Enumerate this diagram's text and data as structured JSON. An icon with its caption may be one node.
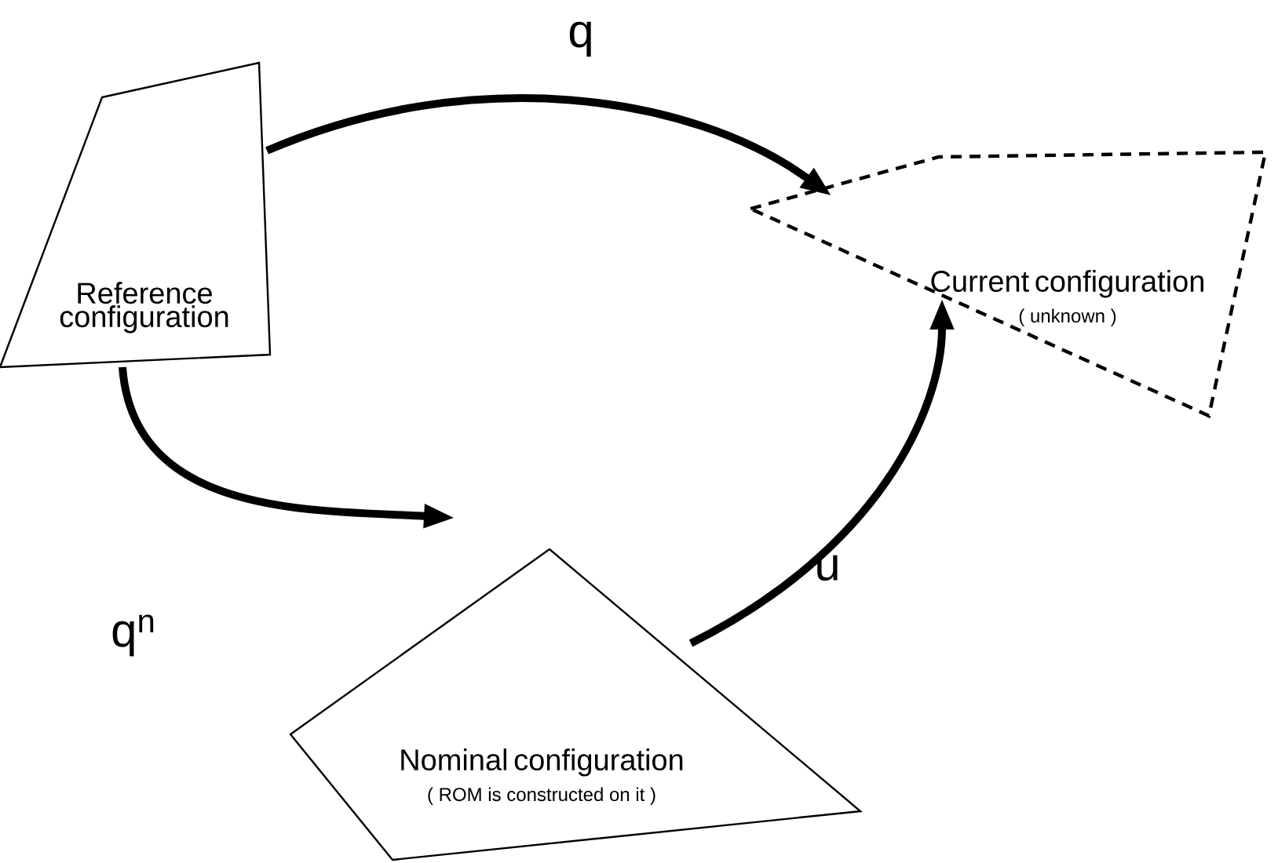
{
  "diagram": {
    "nodes": [
      {
        "text": [
          "Reference configuration"
        ]
      },
      {
        "text": [
          "Current configuration",
          "( unknown )"
        ]
      },
      {
        "text": [
          "Nominal configuration",
          "( ROM is constructed on it )"
        ]
      }
    ],
    "edges": [
      {
        "from": 0,
        "to": 1,
        "arrow": "to",
        "label": "q"
      },
      {
        "from": 0,
        "to": 2,
        "arrow": "to",
        "label": "q$^{n}$"
      },
      {
        "from": 2,
        "to": 1,
        "arrow": "to",
        "label": "u"
      }
    ]
  }
}
